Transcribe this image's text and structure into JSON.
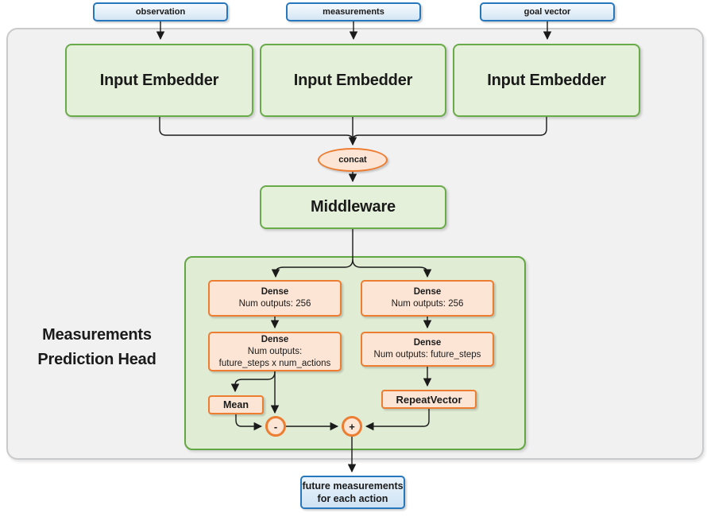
{
  "diagram": {
    "inputs": [
      {
        "label": "observation"
      },
      {
        "label": "measurements"
      },
      {
        "label": "goal vector"
      }
    ],
    "embedders": [
      {
        "label": "Input Embedder"
      },
      {
        "label": "Input Embedder"
      },
      {
        "label": "Input Embedder"
      }
    ],
    "concat": {
      "label": "concat"
    },
    "middleware": {
      "label": "Middleware"
    },
    "head": {
      "title_line1": "Measurements",
      "title_line2": "Prediction Head",
      "left": {
        "dense1": {
          "title": "Dense",
          "line1": "Num outputs: 256"
        },
        "dense2": {
          "title": "Dense",
          "line1": "Num outputs:",
          "line2": "future_steps x num_actions"
        },
        "mean": {
          "label": "Mean"
        },
        "minus": {
          "label": "-"
        }
      },
      "right": {
        "dense1": {
          "title": "Dense",
          "line1": "Num outputs: 256"
        },
        "dense2": {
          "title": "Dense",
          "line1": "Num outputs: future_steps"
        },
        "repeat": {
          "label": "RepeatVector"
        },
        "plus": {
          "label": "+"
        }
      }
    },
    "output": {
      "line1": "future measurements",
      "line2": "for each action"
    }
  },
  "colors": {
    "blue_border": "#2777bd",
    "blue_fill": "#d9e8f7",
    "green_border": "#6aab49",
    "green_fill": "#e4f0da",
    "head_container_fill": "#e0ecd4",
    "orange_border": "#ed7d31",
    "orange_fill": "#fce5d5",
    "frame_fill": "#f1f1f2",
    "frame_border": "#c9cacb",
    "wire": "#1a1a1a"
  }
}
